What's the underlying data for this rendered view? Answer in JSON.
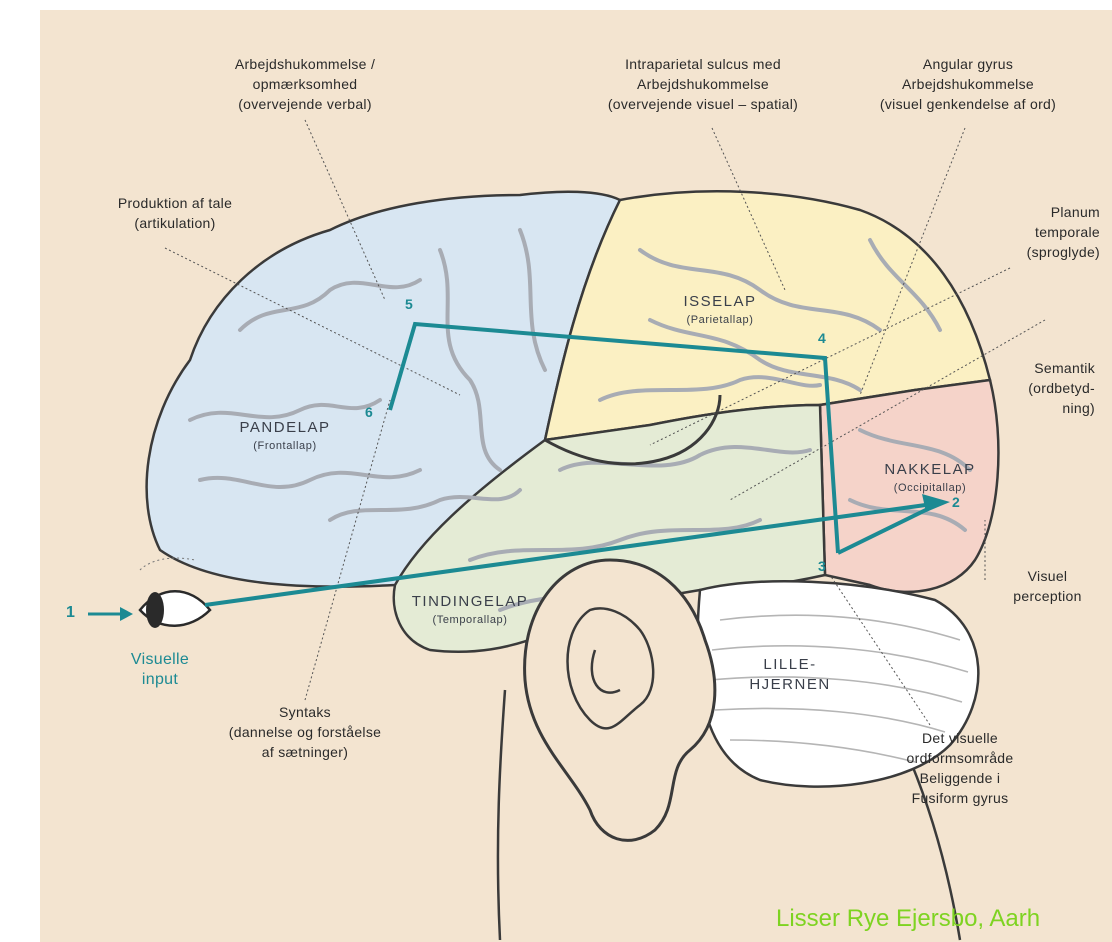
{
  "colors": {
    "background": "#f3e4d0",
    "frontal": "#d8e6f2",
    "parietal": "#fbf0c3",
    "occipital": "#f5d3c9",
    "temporal": "#e4ebd5",
    "cerebellum": "#ffffff",
    "skin": "#f3e4d0",
    "pathway": "#1c8a93",
    "credit": "#7ed321"
  },
  "labels": {
    "working_memory_verbal": [
      "Arbejdshukommelse /",
      "opmærksomhed",
      "(overvejende verbal)"
    ],
    "intraparietal": [
      "Intraparietal sulcus med",
      "Arbejdshukommelse",
      "(overvejende visuel – spatial)"
    ],
    "angular": [
      "Angular gyrus",
      "Arbejdshukommelse",
      "(visuel genkendelse af ord)"
    ],
    "speech_production": [
      "Produktion af tale",
      "(artikulation)"
    ],
    "planum": [
      "Planum",
      "temporale",
      "(sproglyde)"
    ],
    "semantics": [
      "Semantik",
      "(ordbetyd-",
      "ning)"
    ],
    "visual_perception": [
      "Visuel",
      "perception"
    ],
    "syntax": [
      "Syntaks",
      "(dannelse og forståelse",
      "af sætninger)"
    ],
    "vwfa": [
      "Det visuelle",
      "ordformsområde",
      "Beliggende i",
      "Fusiform gyrus"
    ],
    "visual_input": [
      "Visuelle",
      "input"
    ]
  },
  "lobes": {
    "frontal": {
      "title": "PANDELAP",
      "sub": "(Frontallap)"
    },
    "parietal": {
      "title": "ISSELAP",
      "sub": "(Parietallap)"
    },
    "occipital": {
      "title": "NAKKELAP",
      "sub": "(Occipitallap)"
    },
    "temporal": {
      "title": "TINDINGELAP",
      "sub": "(Temporallap)"
    },
    "cerebellum": {
      "title_1": "LILLE-",
      "title_2": "HJERNEN"
    }
  },
  "path_numbers": {
    "n1": "1",
    "n2": "2",
    "n3": "3",
    "n4": "4",
    "n5": "5",
    "n6": "6"
  },
  "credit": "Lisser Rye Ejersbo, Aarh"
}
